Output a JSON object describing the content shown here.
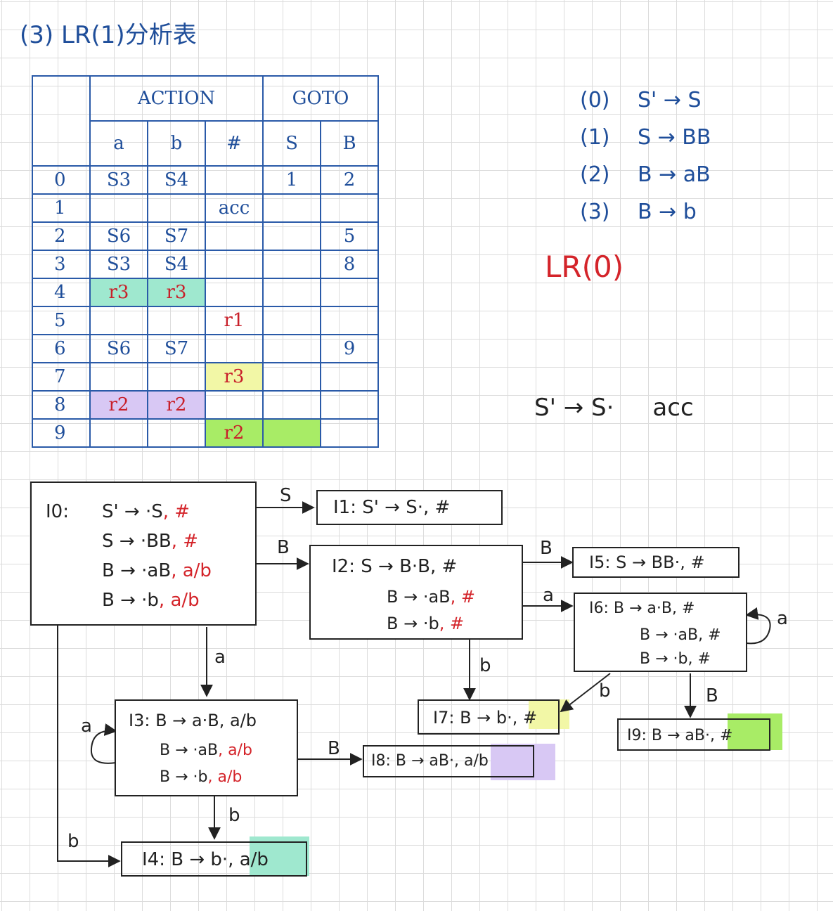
{
  "title": "(3) LR(1)分析表",
  "table": {
    "action_header": "ACTION",
    "goto_header": "GOTO",
    "columns": [
      "a",
      "b",
      "#",
      "S",
      "B"
    ],
    "rows": [
      {
        "state": "0",
        "cells": [
          "S3",
          "S4",
          "",
          "1",
          "2"
        ]
      },
      {
        "state": "1",
        "cells": [
          "",
          "",
          "acc",
          "",
          ""
        ]
      },
      {
        "state": "2",
        "cells": [
          "S6",
          "S7",
          "",
          "",
          "5"
        ]
      },
      {
        "state": "3",
        "cells": [
          "S3",
          "S4",
          "",
          "",
          "8"
        ]
      },
      {
        "state": "4",
        "cells": [
          "r3",
          "r3",
          "",
          "",
          ""
        ]
      },
      {
        "state": "5",
        "cells": [
          "",
          "",
          "r1",
          "",
          ""
        ]
      },
      {
        "state": "6",
        "cells": [
          "S6",
          "S7",
          "",
          "",
          "9"
        ]
      },
      {
        "state": "7",
        "cells": [
          "",
          "",
          "r3",
          "",
          ""
        ]
      },
      {
        "state": "8",
        "cells": [
          "r2",
          "r2",
          "",
          "",
          ""
        ]
      },
      {
        "state": "9",
        "cells": [
          "",
          "",
          "r2",
          "",
          ""
        ]
      }
    ]
  },
  "productions": [
    {
      "num": "(0)",
      "rule": "S' → S"
    },
    {
      "num": "(1)",
      "rule": "S → BB"
    },
    {
      "num": "(2)",
      "rule": "B → aB"
    },
    {
      "num": "(3)",
      "rule": "B → b"
    }
  ],
  "lr0_note": "LR(0)",
  "accept_note": {
    "item": "S' → S·",
    "action": "acc"
  },
  "states": {
    "I0": {
      "name": "I0:",
      "items": [
        {
          "rule": "S' → ·S",
          "la": ", #"
        },
        {
          "rule": "S → ·BB",
          "la": ", #"
        },
        {
          "rule": "B → ·aB",
          "la": ", a/b"
        },
        {
          "rule": "B → ·b",
          "la": ", a/b"
        }
      ]
    },
    "I1": {
      "name": "I1:",
      "items": [
        {
          "rule": "S' → S·",
          "la": ", #"
        }
      ]
    },
    "I2": {
      "name": "I2:",
      "items": [
        {
          "rule": "S → B·B",
          "la": ", #"
        },
        {
          "rule": "B → ·aB",
          "la": ", #"
        },
        {
          "rule": "B → ·b",
          "la": ", #"
        }
      ]
    },
    "I3": {
      "name": "I3:",
      "items": [
        {
          "rule": "B → a·B",
          "la": ", a/b"
        },
        {
          "rule": "B → ·aB",
          "la": ", a/b"
        },
        {
          "rule": "B → ·b",
          "la": ", a/b"
        }
      ]
    },
    "I4": {
      "name": "I4:",
      "items": [
        {
          "rule": "B → b·",
          "la": ", a/b"
        }
      ]
    },
    "I5": {
      "name": "I5:",
      "items": [
        {
          "rule": "S → BB·",
          "la": ", #"
        }
      ]
    },
    "I6": {
      "name": "I6:",
      "items": [
        {
          "rule": "B → a·B",
          "la": ", #"
        },
        {
          "rule": "B → ·aB",
          "la": ", #"
        },
        {
          "rule": "B → ·b",
          "la": ", #"
        }
      ]
    },
    "I7": {
      "name": "I7:",
      "items": [
        {
          "rule": "B → b·",
          "la": ", #"
        }
      ]
    },
    "I8": {
      "name": "I8:",
      "items": [
        {
          "rule": "B → aB·",
          "la": ", a/b"
        }
      ]
    },
    "I9": {
      "name": "I9:",
      "items": [
        {
          "rule": "B → aB·",
          "la": ", #"
        }
      ]
    }
  },
  "edge_labels": {
    "I0_I1": "S",
    "I0_I2": "B",
    "I0_I3": "a",
    "I0_I4": "b",
    "I2_I5": "B",
    "I2_I6": "a",
    "I2_I7": "b",
    "I3_I3": "a",
    "I3_I8": "B",
    "I3_I4": "b",
    "I6_I6": "a",
    "I6_I7": "b",
    "I6_I9": "B"
  },
  "colors": {
    "blue_ink": "#1f4e9a",
    "red_ink": "#d4242a",
    "teal": "#9fe8cf",
    "yellow": "#f2f7a6",
    "purple": "#d8c8f4",
    "green": "#a8ec66"
  }
}
